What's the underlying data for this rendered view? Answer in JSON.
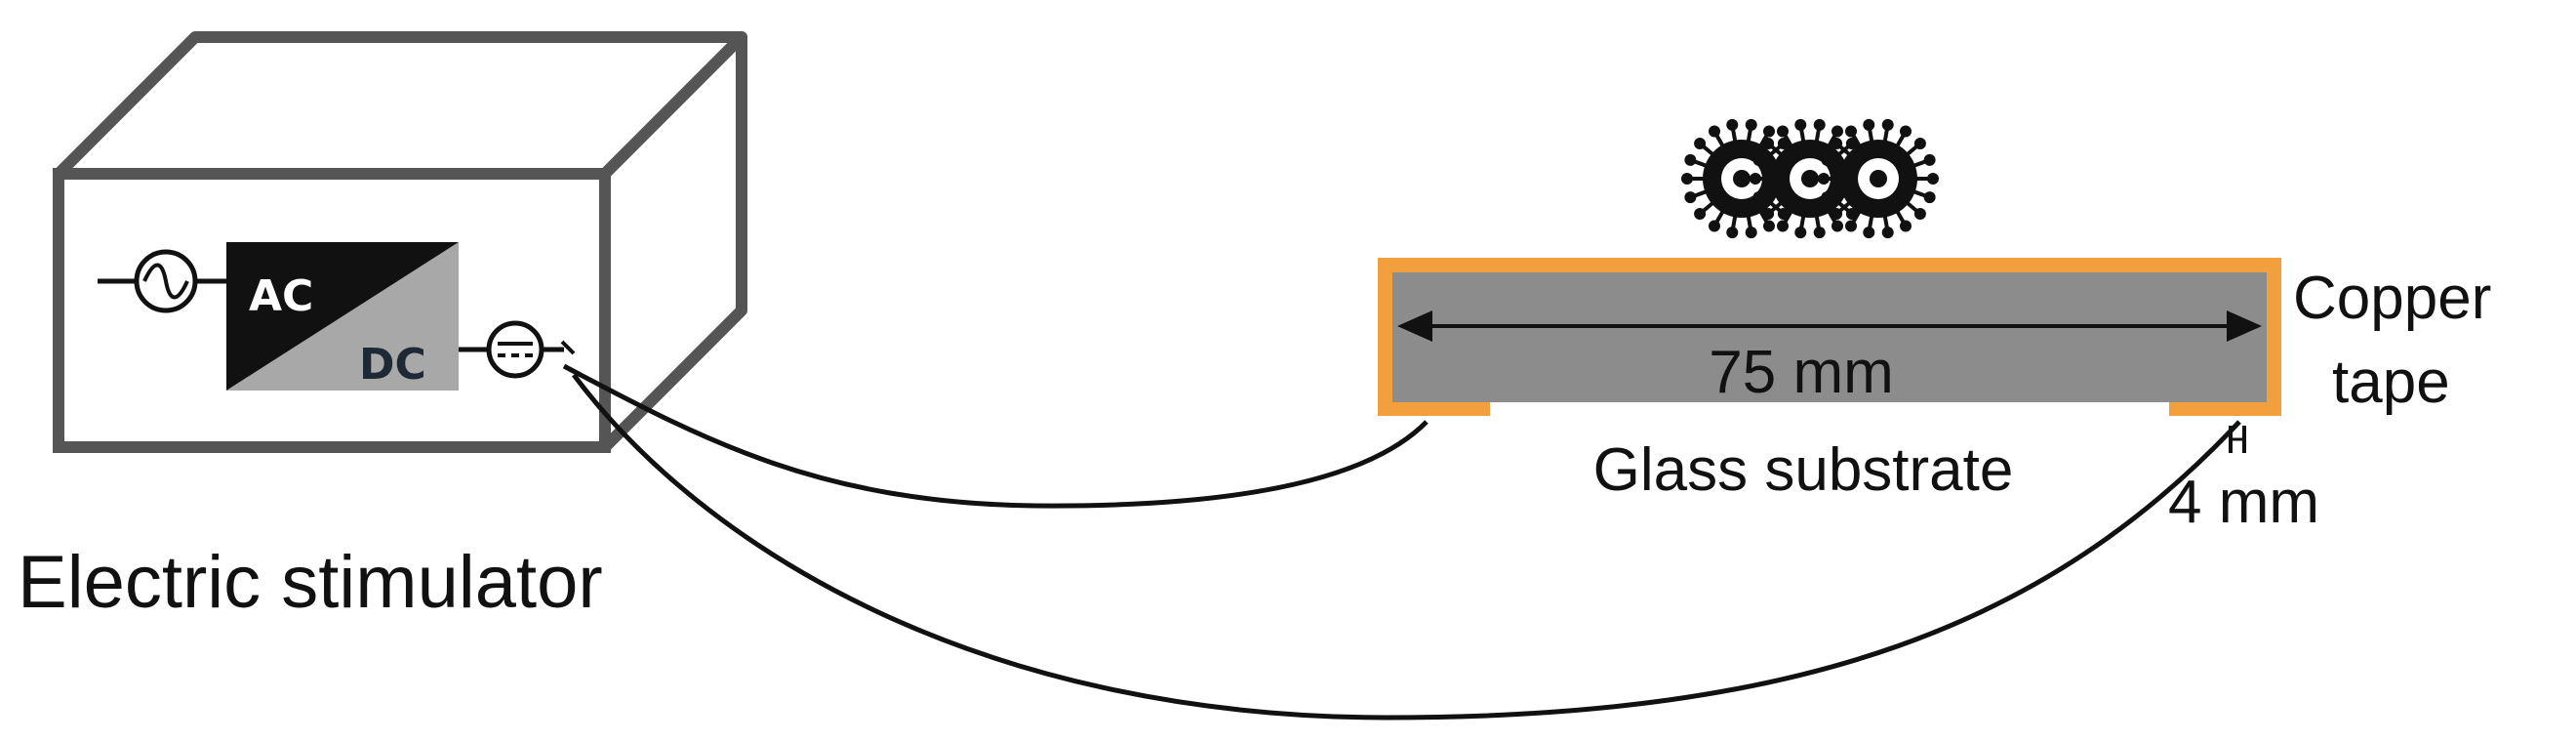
{
  "stimulator": {
    "label": "Electric stimulator",
    "ac_text": "AC",
    "dc_text": "DC",
    "panel_dark_color": "#111111",
    "panel_light_color": "#a8a8a8",
    "dc_text_color": "#1d2a36"
  },
  "substrate": {
    "length_label": "75 mm",
    "label": "Glass substrate",
    "glass_color": "#8c8c8c",
    "copper_color": "#f2a03d"
  },
  "copper": {
    "label_line1": "Copper",
    "label_line2": "tape",
    "width_label": "4 mm"
  },
  "virus": {
    "icon": "virus-icon",
    "count": 3
  },
  "box_stroke_color": "#555555",
  "wire_color": "#111111"
}
